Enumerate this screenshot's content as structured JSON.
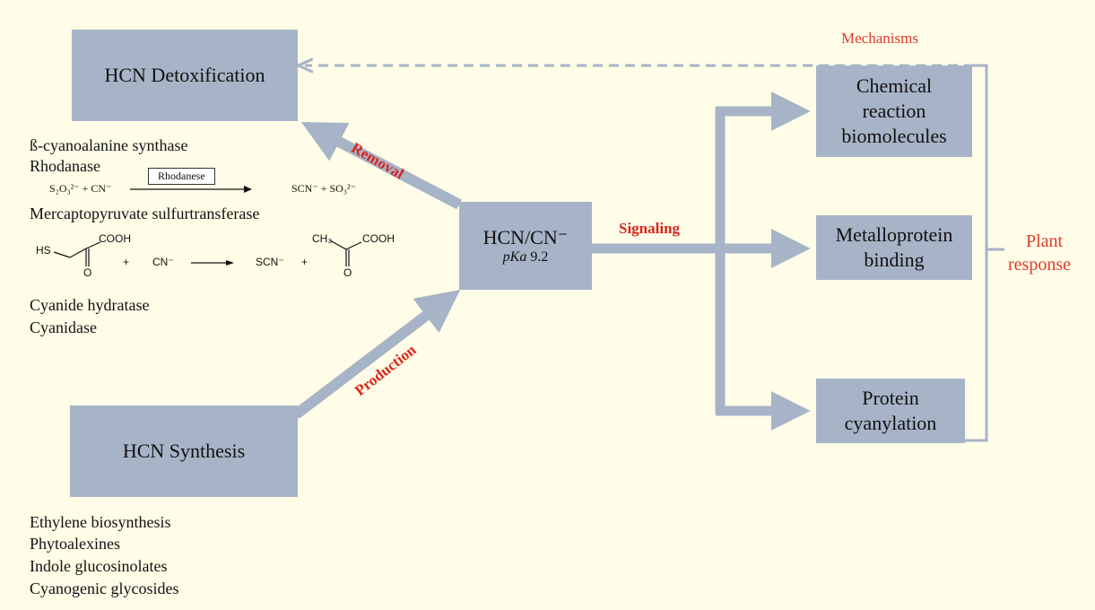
{
  "boxes": {
    "detox": "HCN Detoxification",
    "synthesis": "HCN Synthesis",
    "center_main": "HCN/CN⁻",
    "center_pka_label": "pKa",
    "center_pka_value": "9.2",
    "chemical_line1": "Chemical",
    "chemical_line2": "reaction",
    "chemical_line3": "biomolecules",
    "metallo_line1": "Metalloprotein",
    "metallo_line2": "binding",
    "protein_line1": "Protein",
    "protein_line2": "cyanylation"
  },
  "arrow_labels": {
    "removal": "Removal",
    "production": "Production",
    "signaling": "Signaling"
  },
  "mechanisms": "Mechanisms",
  "plant_response_line1": "Plant",
  "plant_response_line2": "response",
  "detox_enzymes": {
    "item1": "ß-cyanoalanine synthase",
    "item2": "Rhodanase",
    "item3": "Mercaptopyruvate sulfurtransferase",
    "item4": "Cyanide hydratase",
    "item5": "Cyanidase"
  },
  "reaction1": {
    "reactants": "S₂O₃²⁻ + CN⁻",
    "enzyme": "Rhodanese",
    "products": "SCN⁻ + SO₃²⁻"
  },
  "reaction2": {
    "hs": "HS",
    "cooh1": "COOH",
    "o1": "O",
    "plus1": "+",
    "cn": "CN⁻",
    "scn": "SCN⁻",
    "plus2": "+",
    "ch3": "CH₃",
    "cooh2": "COOH",
    "o2": "O"
  },
  "synthesis_sources": {
    "item1": "Ethylene biosynthesis",
    "item2": "Phytoalexines",
    "item3": "Indole glucosinolates",
    "item4": "Cyanogenic glycosides"
  },
  "colors": {
    "background": "#fffde7",
    "box": "#a7b3c7",
    "arrow": "#a7b3c7",
    "label_red": "#d9261c"
  }
}
